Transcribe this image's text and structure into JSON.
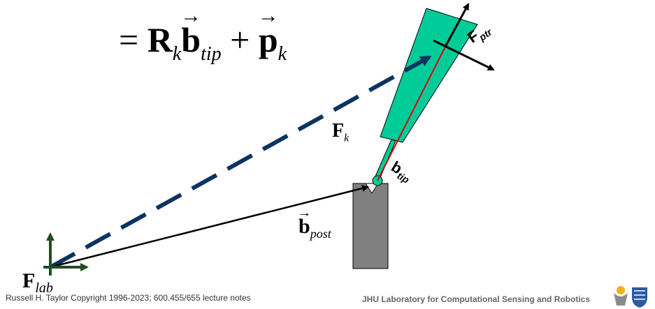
{
  "equation": {
    "equals": "=",
    "rotation_symbol": "R",
    "rotation_sub": "k",
    "tip_vector": "b",
    "tip_sub": "tip",
    "plus": "+",
    "position_vector": "p",
    "position_sub": "k",
    "vector_arrow": "→"
  },
  "frames": {
    "lab": {
      "symbol": "F",
      "sub": "lab"
    },
    "k": {
      "symbol": "F",
      "sub": "k"
    },
    "ptr": {
      "symbol": "F",
      "sub": "ptr"
    }
  },
  "vectors": {
    "b_post": {
      "symbol": "b",
      "sub": "post",
      "arrow": "→"
    },
    "b_tip": {
      "symbol": "b",
      "sub": "tip"
    }
  },
  "colors": {
    "pointer_body": "#00cc99",
    "post_body": "#808080",
    "dashed_line": "#0d3461",
    "lab_axes": "#1f4f1f",
    "tip_line": "#e00000"
  },
  "footer": {
    "copyright": "Russell H. Taylor Copyright 1996-2023; 600.455/655 lecture notes",
    "lab_name": "JHU Laboratory for Computational Sensing and Robotics"
  },
  "logo_icon": "jhu-shield-logo"
}
